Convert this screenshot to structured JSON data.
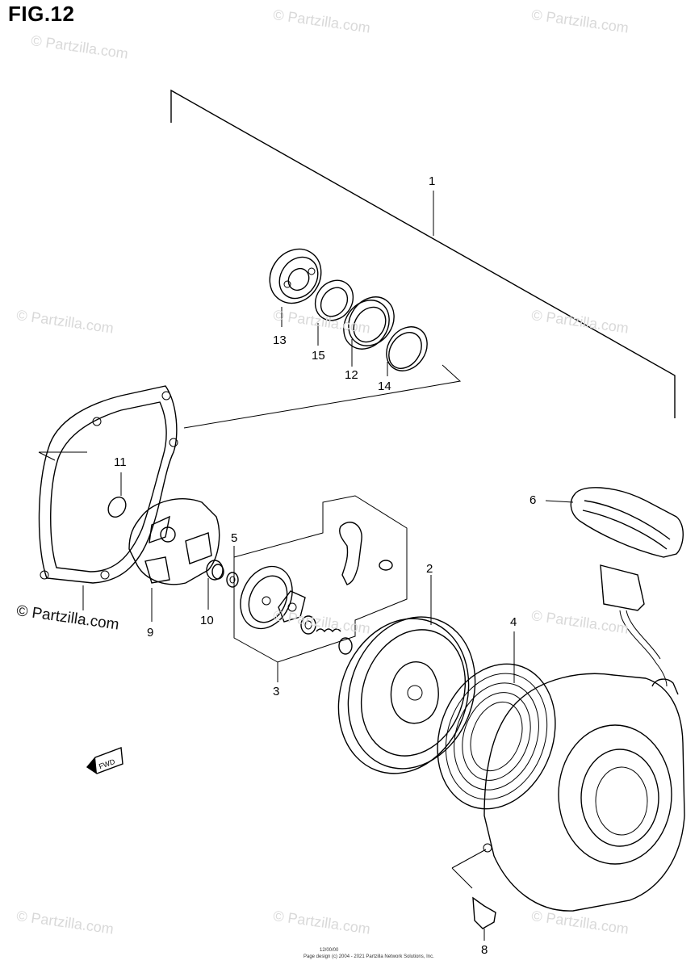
{
  "figure": {
    "title": "FIG.12",
    "callouts": [
      {
        "id": "c1",
        "text": "1"
      },
      {
        "id": "c2",
        "text": "2"
      },
      {
        "id": "c3",
        "text": "3"
      },
      {
        "id": "c4",
        "text": "4"
      },
      {
        "id": "c5",
        "text": "5"
      },
      {
        "id": "c6",
        "text": "6"
      },
      {
        "id": "c8",
        "text": "8"
      },
      {
        "id": "c9",
        "text": "9"
      },
      {
        "id": "c10",
        "text": "10"
      },
      {
        "id": "c11",
        "text": "11"
      },
      {
        "id": "c12",
        "text": "12"
      },
      {
        "id": "c13",
        "text": "13"
      },
      {
        "id": "c14",
        "text": "14"
      },
      {
        "id": "c15",
        "text": "15"
      }
    ],
    "fwd_arrow_label": "FWD",
    "watermark": "© Partzilla.com",
    "watermark_bold": "© Partzilla.com",
    "footer_code": "12/00/00",
    "footer_copyright": "Page design (c) 2004 - 2021 Partzilla Network Solutions, Inc."
  }
}
